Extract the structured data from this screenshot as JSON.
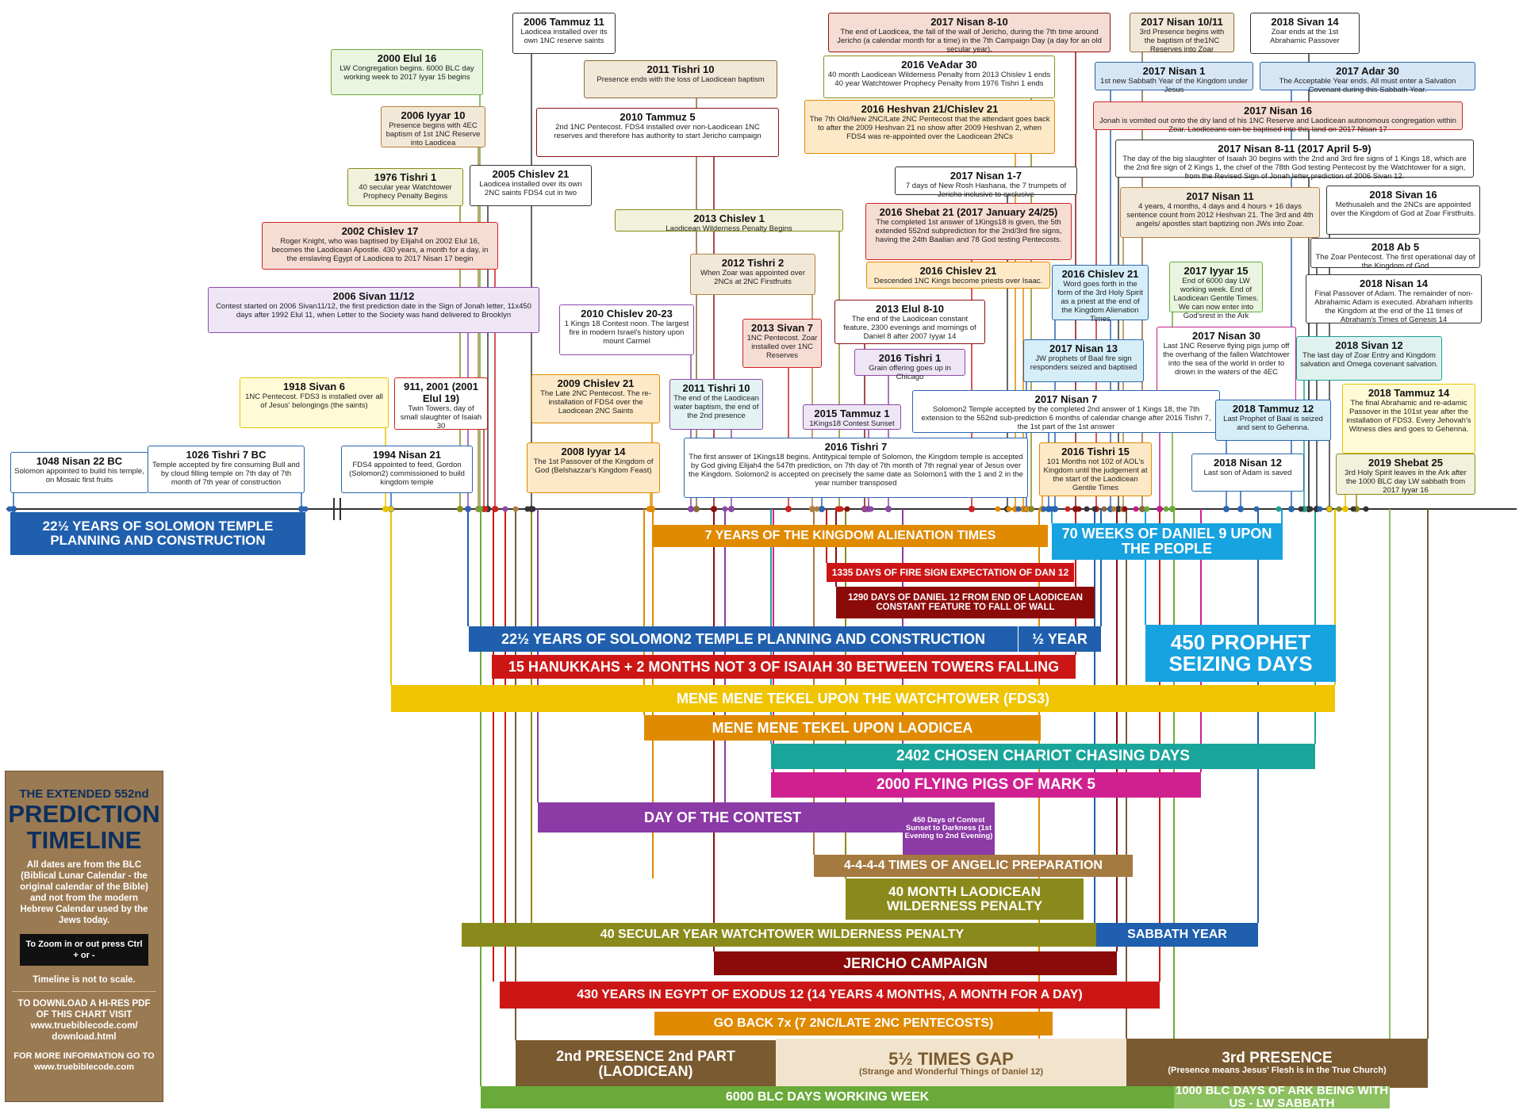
{
  "info_panel": {
    "heading1": "THE EXTENDED 552nd",
    "heading2": "PREDICTION",
    "heading3": "TIMELINE",
    "note": "All dates are from the BLC (Biblical Lunar Calendar - the original calendar of the Bible) and not from the modern Hebrew Calendar used by the Jews today.",
    "zoom": "To Zoom in or out press Ctrl + or -",
    "scale": "Timeline is not to scale.",
    "download": "TO DOWNLOAD A HI-RES PDF OF THIS CHART VISIT www.truebiblecode.com/ download.html",
    "more": "FOR MORE INFORMATION GO TO www.truebiblecode.com"
  },
  "events": [
    {
      "title": "1048 Nisan 22 BC",
      "text": "Solomon appointed to build his temple, on Mosaic first fruits",
      "color": "#2a66b0",
      "fill": "#ffffff"
    },
    {
      "title": "1026 Tishri 7 BC",
      "text": "Temple accepted by fire consuming Bull and by cloud filling temple on 7th day of 7th month of 7th year of construction",
      "color": "#2a66b0",
      "fill": "#ffffff"
    },
    {
      "title": "1994 Nisan 21",
      "text": "FDS4 appointed to feed, Gordon (Solomon2) commissioned to build kingdom temple",
      "color": "#2a66b0",
      "fill": "#ffffff"
    },
    {
      "title": "1918 Sivan 6",
      "text": "1NC Pentecost. FDS3 is installed over all of Jesus' belongings (the saints)",
      "color": "#e8c400",
      "fill": "#fffbd6"
    },
    {
      "title": "911, 2001 (2001 Elul 19)",
      "text": "Twin Towers, day of small slaughter of Isaiah 30",
      "color": "#cc2222",
      "fill": "#ffffff"
    },
    {
      "title": "2006 Sivan 11/12",
      "text": "Contest started on 2006 Sivan11/12, the first prediction date in the Sign of Jonah letter, 11x450 days after 1992 Elul 11, when Letter to the Society was hand delivered to Brooklyn",
      "color": "#8b4aa6",
      "fill": "#efe6f5"
    },
    {
      "title": "2002 Chislev 17",
      "text": "Roger Knight, who was baptised by Elijah4 on 2002 Elul 16, becomes the Laodicean Apostle. 430 years, a month for a day, in the enslaving Egypt of Laodicea to 2017 Nisan 17 begin",
      "color": "#cc2222",
      "fill": "#f6ddd4"
    },
    {
      "title": "1976 Tishri 1",
      "text": "40 secular year Watchtower Prophecy Penalty Begins",
      "color": "#8a8a1c",
      "fill": "#f1f1dc"
    },
    {
      "title": "2006 Iyyar 10",
      "text": "Presence begins with 4EC baptism of 1st 1NC Reserve into Laodicea",
      "color": "#b08040",
      "fill": "#f2e8d8"
    },
    {
      "title": "2005 Chislev 21",
      "text": "Laodicea installed over its own 2NC saints FDS4 cut in two",
      "color": "#333333",
      "fill": "#ffffff"
    },
    {
      "title": "2000 Elul 16",
      "text": "LW Congregation begins. 6000 BLC day working week to 2017 Iyyar 15 begins",
      "color": "#6aaa3a",
      "fill": "#eaf5df"
    },
    {
      "title": "2006 Tammuz 11",
      "text": "Laodicea installed over its own 1NC reserve saints",
      "color": "#333333",
      "fill": "#ffffff"
    },
    {
      "title": "2011 Tishri 10",
      "text": "Presence ends with the loss of Laodicean baptism",
      "color": "#8a6a3a",
      "fill": "#f2e8d8"
    },
    {
      "title": "2010 Tammuz 5",
      "text": "2nd 1NC Pentecost. FDS4 installed over non-Laodicean 1NC reserves and therefore has authority to start Jericho campaign",
      "color": "#8b1010",
      "fill": "#ffffff"
    },
    {
      "title": "2013 Chislev 1",
      "text": "Laodicean Wilderness Penalty Begins",
      "color": "#8a8a1c",
      "fill": "#f1f1dc"
    },
    {
      "title": "2012 Tishri 2",
      "text": "When Zoar was appointed over 2NCs at 2NC Firstfruits",
      "color": "#b08040",
      "fill": "#f2e8d8"
    },
    {
      "title": "2010 Chislev 20-23",
      "text": "1 Kings 18 Contest noon. The largest fire in modern Israel's history upon mount Carmel",
      "color": "#8b4aa6",
      "fill": "#ffffff"
    },
    {
      "title": "2013 Sivan 7",
      "text": "1NC Pentecost. Zoar installed over 1NC Reserves",
      "color": "#cc2222",
      "fill": "#f6ddd4"
    },
    {
      "title": "2009 Chislev 21",
      "text": "The Late 2NC Pentecost. The re-installation of FDS4 over the Laodicean 2NC Saints",
      "color": "#e08a00",
      "fill": "#fde9c8"
    },
    {
      "title": "2011 Tishri 10",
      "text": "The end of the Laodicean water baptism, the end of the 2nd presence",
      "color": "#8b4aa6",
      "fill": "#e3f3f3"
    },
    {
      "title": "2008 Iyyar 14",
      "text": "The 1st Passover of the Kingdom of God (Belshazzar's Kingdom Feast)",
      "color": "#e08a00",
      "fill": "#fde9c8"
    },
    {
      "title": "2016 Tishri 7",
      "text": "The first answer of 1Kings18 begins. Antitypical temple of Solomon, the Kingdom temple is accepted by God giving Elijah4 the 547th prediction, on 7th day of 7th month of 7th regnal year of Jesus over the Kingdom. Solomon2 is accepted on precisely the same date as Solomon1 with the 1 and 2 in the year number transposed",
      "color": "#2a66b0",
      "fill": "#ffffff"
    },
    {
      "title": "2015 Tammuz 1",
      "text": "1Kings18 Contest Sunset",
      "color": "#8b4aa6",
      "fill": "#efe6f5"
    },
    {
      "title": "2016 Tishri 1",
      "text": "Grain offering goes up in Chicago",
      "color": "#8b4aa6",
      "fill": "#efe6f5"
    },
    {
      "title": "2013 Elul 8-10",
      "text": "The end of the Laodicean constant feature, 2300 evenings and mornings of Daniel 8 after 2007 Iyyar 14",
      "color": "#8b1010",
      "fill": "#ffffff"
    },
    {
      "title": "2016 Chislev 21",
      "text": "Descended 1NC Kings become priests over Isaac.",
      "color": "#e08a00",
      "fill": "#fde9c8"
    },
    {
      "title": "2016 Shebat 21 (2017 January 24/25)",
      "text": "The completed 1st answer of 1Kings18 is given, the 5th extended 552nd subprediction for the 2nd/3rd fire signs, having the 24th Baalian and 78 God testing Pentecosts.",
      "color": "#cc2222",
      "fill": "#f6ddd4"
    },
    {
      "title": "2017 Nisan 1-7",
      "text": "7 days of New Rosh Hashana, the 7 trumpets of Jericho inclusive to exclusive",
      "color": "#333333",
      "fill": "#ffffff"
    },
    {
      "title": "2016 Heshvan 21/Chislev 21",
      "text": "The 7th Old/New 2NC/Late 2NC Pentecost that the attendant goes back to after the 2009 Heshvan 21 no show after 2009 Heshvan 2, when FDS4 was re-appointed over the Laodicean 2NCs",
      "color": "#e08a00",
      "fill": "#fde9c8"
    },
    {
      "title": "2016 VeAdar 30",
      "text": "40 month Laodicean Wilderness Penalty from 2013 Chislev 1 ends 40 year Watchtower Prophecy Penalty from 1976 Tishri 1 ends",
      "color": "#8a8a1c",
      "fill": "#ffffff"
    },
    {
      "title": "2017 Nisan 8-10",
      "text": "The end of Laodicea, the fall of the wall of Jericho, during the 7th time around Jericho (a calendar month for a time) in the 7th Campaign Day (a day for an old secular year).",
      "color": "#8b1010",
      "fill": "#f6ddd4"
    },
    {
      "title": "2017 Nisan 10/11",
      "text": "3rd Presence begins with the baptism of the1NC Reserves into Zoar",
      "color": "#8a6a3a",
      "fill": "#f2e8d8"
    },
    {
      "title": "2018 Sivan 14",
      "text": "Zoar ends at the 1st Abrahamic Passover",
      "color": "#333333",
      "fill": "#ffffff"
    },
    {
      "title": "2017 Nisan 1",
      "text": "1st new Sabbath Year of the Kingdom under Jesus",
      "color": "#2a66b0",
      "fill": "#d6e6f5"
    },
    {
      "title": "2017 Adar 30",
      "text": "The Acceptable Year ends. All must enter a Salvation Covenant during this Sabbath Year.",
      "color": "#2a66b0",
      "fill": "#d6e6f5"
    },
    {
      "title": "2017 Nisan 16",
      "text": "Jonah is vomited out onto the dry land of his 1NC Reserve and Laodicean autonomous congregation within Zoar. Laodiceans can be baptised into this land on 2017 Nisan 17",
      "color": "#cc2222",
      "fill": "#f6ddd4"
    },
    {
      "title": "2017 Nisan 8-11 (2017 April 5-9)",
      "text": "The day of the big slaughter of Isaiah 30 begins with the 2nd and 3rd fire signs of 1 Kings 18, which are the 2nd fire sign of 2 Kings 1, the chief of the 78th God testing Pentecost by the Watchtower for a sign, from the Revised Sign of Jonah letter prediction of 2006 Sivan 12.",
      "color": "#333333",
      "fill": "#ffffff"
    },
    {
      "title": "2017 Nisan 11",
      "text": "4 years, 4 months, 4 days and 4 hours + 16 days sentence count from 2012 Heshvan 21. The 3rd and 4th angels/ apostles start baptizing non JWs into Zoar.",
      "color": "#b08040",
      "fill": "#f2e8d8"
    },
    {
      "title": "2018 Sivan 16",
      "text": "Methusaleh and the 2NCs are appointed over the Kingdom of God at Zoar Firstfruits.",
      "color": "#333333",
      "fill": "#ffffff"
    },
    {
      "title": "2018 Ab 5",
      "text": "The Zoar Pentecost. The first operational day of the Kingdom of God",
      "color": "#333333",
      "fill": "#ffffff"
    },
    {
      "title": "2016 Chislev 21",
      "text": "Word goes forth in the form of the 3rd Holy Spirit as a priest at the end of the Kingdom Alienation Times",
      "color": "#2a66b0",
      "fill": "#d6eef8"
    },
    {
      "title": "2017 Iyyar 15",
      "text": "End of 6000 day LW working week. End of Laodicean Gentile Times. We can now enter into God'srest in the Ark",
      "color": "#6aaa3a",
      "fill": "#eaf5df"
    },
    {
      "title": "2018 Nisan 14",
      "text": "Final Passover of Adam. The remainder of non-Abrahamic Adam is executed. Abraham inherits the Kingdom at the end of the 11 times of Abraham's Times of Genesis 14",
      "color": "#333333",
      "fill": "#ffffff"
    },
    {
      "title": "2017 Nisan 30",
      "text": "Last 1NC Reserve flying pigs jump off the overhang of the fallen Watchtower into the sea of the world in order to drown in the waters of the 4EC",
      "color": "#c0208a",
      "fill": "#ffffff"
    },
    {
      "title": "2017 Nisan 13",
      "text": "JW prophets of Baal fire sign responders seized and baptised",
      "color": "#2a66b0",
      "fill": "#d6eef8"
    },
    {
      "title": "2018 Sivan 12",
      "text": "The last day of Zoar Entry and Kingdom salvation and Omega covenant salvation.",
      "color": "#20a090",
      "fill": "#dff2ef"
    },
    {
      "title": "2017 Nisan 7",
      "text": "Solomon2 Temple accepted by the completed 2nd answer of 1 Kings 18, the 7th extension to the 552nd sub-prediction 6 months of calendar change after 2016 Tishri 7, the 1st part of the 1st answer",
      "color": "#2a66b0",
      "fill": "#ffffff"
    },
    {
      "title": "2018 Tammuz 12",
      "text": "Last Prophet of Baal is seized and sent to Gehenna.",
      "color": "#2a66b0",
      "fill": "#d6eef8"
    },
    {
      "title": "2018 Tammuz 14",
      "text": "The final Abrahamic and re-adamic Passover in the 101st year after the installation of FDS3. Every Jehovah's Witness dies and goes to Gehenna.",
      "color": "#e8c400",
      "fill": "#fffbd6"
    },
    {
      "title": "2016 Tishri 15",
      "text": "101 Months not 102 of AOL's Kingdom until the judgement at the start of the Laodicean Gentile Times",
      "color": "#e08a00",
      "fill": "#fde9c8"
    },
    {
      "title": "2018 Nisan 12",
      "text": "Last son of Adam is saved",
      "color": "#2a66b0",
      "fill": "#ffffff"
    },
    {
      "title": "2019 Shebat 25",
      "text": "3rd Holy Spirit leaves in the Ark after the 1000 BLC day LW sabbath from 2017 Iyyar 16",
      "color": "#8a8a1c",
      "fill": "#f1f1dc"
    }
  ],
  "bands": [
    {
      "label": "22½ YEARS OF SOLOMON TEMPLE PLANNING AND CONSTRUCTION",
      "sub": "",
      "color": "#1f5fae"
    },
    {
      "label": "7 YEARS OF THE KINGDOM ALIENATION TIMES",
      "sub": "",
      "color": "#e08a00"
    },
    {
      "label": "70 WEEKS OF DANIEL 9 UPON THE PEOPLE",
      "sub": "",
      "color": "#17a2e0"
    },
    {
      "label": "1335 DAYS OF FIRE SIGN EXPECTATION OF DAN 12",
      "sub": "",
      "color": "#cc1616"
    },
    {
      "label": "1290 DAYS OF DANIEL 12 FROM END OF LAODICEAN CONSTANT FEATURE TO FALL OF WALL",
      "sub": "",
      "color": "#8b0a0a"
    },
    {
      "label": "22½ YEARS OF SOLOMON2 TEMPLE PLANNING AND CONSTRUCTION",
      "sub": "",
      "color": "#1f5fae"
    },
    {
      "label": "½ YEAR",
      "sub": "",
      "color": "#1f5fae"
    },
    {
      "label": "450 PROPHET SEIZING DAYS",
      "sub": "",
      "color": "#17a2e0"
    },
    {
      "label": "15 HANUKKAHS + 2 MONTHS NOT 3 OF ISAIAH 30 BETWEEN TOWERS FALLING",
      "sub": "",
      "color": "#cc1616"
    },
    {
      "label": "MENE MENE TEKEL UPON THE WATCHTOWER (FDS3)",
      "sub": "",
      "color": "#f0c400"
    },
    {
      "label": "MENE MENE TEKEL UPON LAODICEA",
      "sub": "",
      "color": "#e08a00"
    },
    {
      "label": "2402 CHOSEN CHARIOT CHASING DAYS",
      "sub": "",
      "color": "#1aa59b"
    },
    {
      "label": "2000 FLYING PIGS OF MARK 5",
      "sub": "",
      "color": "#d02090"
    },
    {
      "label": "DAY OF THE CONTEST",
      "sub": "",
      "color": "#8b3aa6"
    },
    {
      "label": "450 Days of Contest Sunset to Darkness (1st Evening to 2nd Evening)",
      "sub": "",
      "color": "#8b3aa6"
    },
    {
      "label": "4-4-4-4 TIMES OF ANGELIC PREPARATION",
      "sub": "",
      "color": "#a57a40"
    },
    {
      "label": "40 MONTH LAODICEAN WILDERNESS PENALTY",
      "sub": "",
      "color": "#8a8a1c"
    },
    {
      "label": "40 SECULAR YEAR WATCHTOWER WILDERNESS PENALTY",
      "sub": "",
      "color": "#8a8a1c"
    },
    {
      "label": "SABBATH YEAR",
      "sub": "",
      "color": "#1f5fae"
    },
    {
      "label": "JERICHO CAMPAIGN",
      "sub": "",
      "color": "#8b0a0a"
    },
    {
      "label": "430 YEARS IN EGYPT OF EXODUS 12 (14 YEARS 4 MONTHS, A MONTH FOR A DAY)",
      "sub": "",
      "color": "#cc1616"
    },
    {
      "label": "GO BACK 7x (7 2NC/LATE 2NC PENTECOSTS)",
      "sub": "",
      "color": "#e08a00"
    },
    {
      "label": "2nd PRESENCE 2nd PART (LAODICEAN)",
      "sub": "",
      "color": "#7a5a30"
    },
    {
      "label": "5½ TIMES GAP",
      "sub": "(Strange and Wonderful Things of Daniel 12)",
      "color": "#f2e4cc"
    },
    {
      "label": "3rd PRESENCE",
      "sub": "(Presence means Jesus' Flesh is in the True Church)",
      "color": "#7a5a30"
    },
    {
      "label": "6000 BLC DAYS WORKING WEEK",
      "sub": "",
      "color": "#6aaa3a"
    },
    {
      "label": "1000 BLC DAYS OF ARK BEING WITH US - LW SABBATH",
      "sub": "",
      "color": "#8cc060"
    }
  ]
}
